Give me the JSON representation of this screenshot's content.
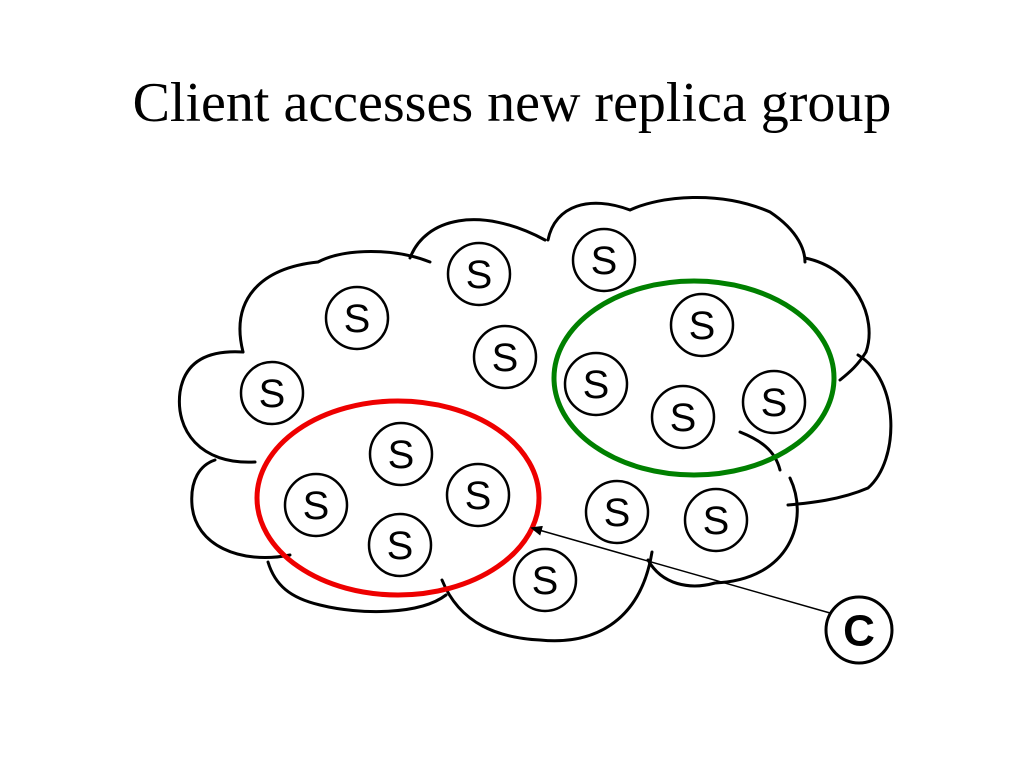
{
  "title": "Client accesses new replica group",
  "server_label": "S",
  "client_label": "C",
  "colors": {
    "old_group": "#008000",
    "new_group": "#ee0000",
    "outline": "#000000"
  },
  "servers": [
    {
      "id": "s1"
    },
    {
      "id": "s2"
    },
    {
      "id": "s3"
    },
    {
      "id": "s4"
    },
    {
      "id": "s5"
    },
    {
      "id": "s6"
    },
    {
      "id": "s7"
    },
    {
      "id": "s8"
    },
    {
      "id": "s9"
    },
    {
      "id": "s10"
    },
    {
      "id": "s11"
    },
    {
      "id": "s12"
    },
    {
      "id": "s13"
    },
    {
      "id": "s14"
    },
    {
      "id": "s15"
    },
    {
      "id": "s16"
    },
    {
      "id": "s17"
    },
    {
      "id": "s18"
    }
  ]
}
